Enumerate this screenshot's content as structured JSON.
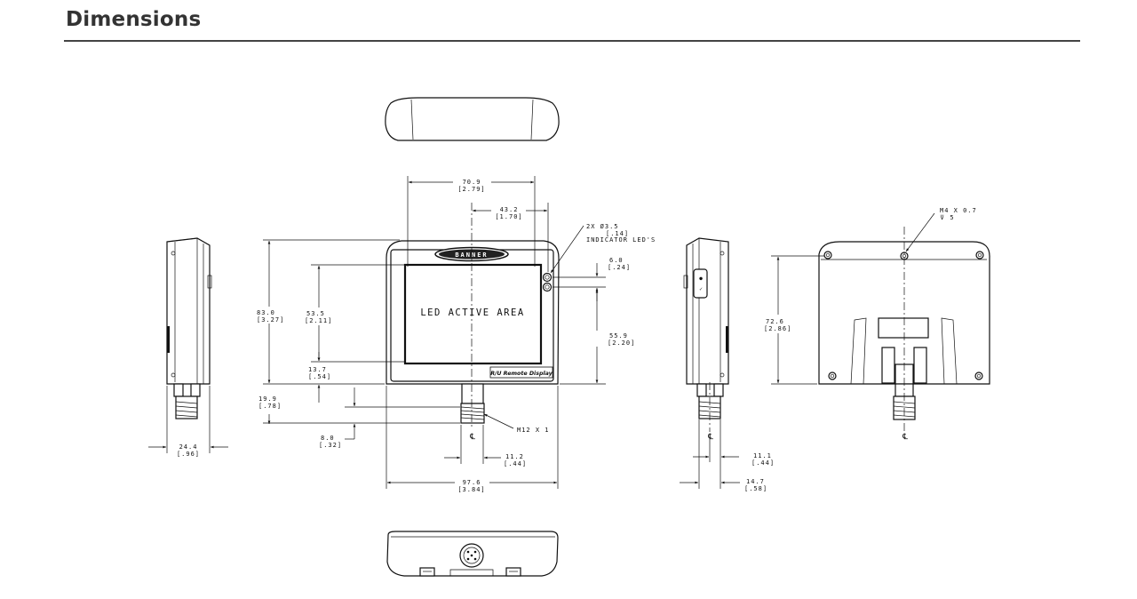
{
  "page": {
    "title": "Dimensions"
  },
  "front_view": {
    "brand": "BANNER",
    "screen_label": "LED ACTIVE AREA",
    "footer_label": "R/U Remote Display",
    "dims": {
      "width_top": "70.9",
      "width_top_in": "[2.79]",
      "center_to_led": "43.2",
      "center_to_led_in": "[1.70]",
      "led_note_1": "2X Ø3.5",
      "led_note_2": "[.14]",
      "led_note_3": "INDICATOR LED'S",
      "led_spacing": "6.0",
      "led_spacing_in": "[.24]",
      "height": "83.0",
      "height_in": "[3.27]",
      "screen_height": "53.5",
      "screen_height_in": "[2.11]",
      "screen_bottom": "13.7",
      "screen_bottom_in": "[.54]",
      "led_height": "55.9",
      "led_height_in": "[2.20]",
      "conn_len": "19.9",
      "conn_len_in": "[.78]",
      "conn_offset": "8.0",
      "conn_offset_in": "[.32]",
      "thread": "M12 X 1",
      "conn_half": "11.2",
      "conn_half_in": "[.44]",
      "width_total": "97.6",
      "width_total_in": "[3.84]"
    }
  },
  "left_side_view": {
    "depth": "24.4",
    "depth_in": "[.96]"
  },
  "right_side_view": {
    "conn_offset": "11.1",
    "conn_offset_in": "[.44]",
    "depth": "14.7",
    "depth_in": "[.58]"
  },
  "back_view": {
    "mount_note_1": "M4 X 0.7",
    "mount_note_2": "⊽ 5",
    "hole_span": "72.6",
    "hole_span_in": "[2.86]"
  },
  "centerline_symbol": "℄"
}
